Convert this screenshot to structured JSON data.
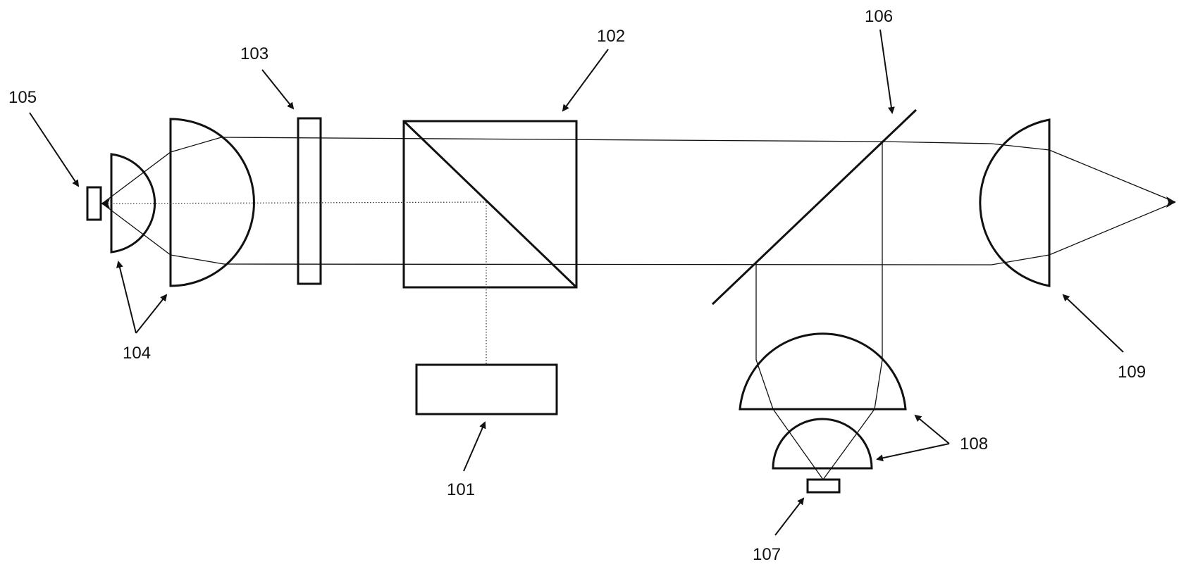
{
  "labels": {
    "l101": "101",
    "l102": "102",
    "l103": "103",
    "l104": "104",
    "l105": "105",
    "l106": "106",
    "l107": "107",
    "l108": "108",
    "l109": "109"
  },
  "colors": {
    "line": "#111111",
    "background": "#ffffff"
  }
}
